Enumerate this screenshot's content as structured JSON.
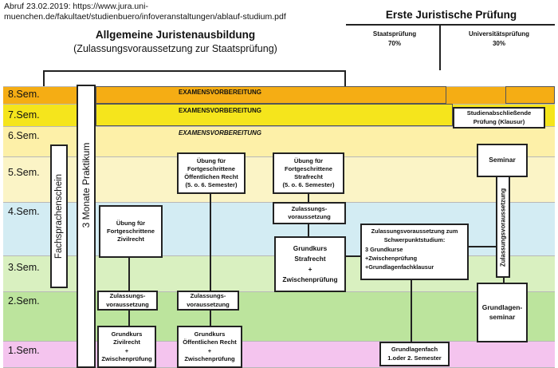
{
  "source": {
    "line1": "Abruf 23.02.2019: https://www.jura.uni-",
    "line2": "muenchen.de/fakultaet/studienbuero/infoveranstaltungen/ablauf-studium.pdf"
  },
  "title": {
    "main": "Allgemeine Juristenausbildung",
    "subtitle": "(Zulassungsvoraussetzung zur Staatsprüfung)"
  },
  "exam": {
    "title": "Erste Juristische Prüfung",
    "state_label": "Staatsprüfung",
    "state_pct": "70%",
    "uni_label": "Universitätsprüfung",
    "uni_pct": "30%"
  },
  "semesters": {
    "8": "8.Sem.",
    "7": "7.Sem.",
    "6": "6.Sem.",
    "5": "5.Sem.",
    "4": "4.Sem.",
    "3": "3.Sem.",
    "2": "2.Sem.",
    "1": "1.Sem."
  },
  "bands": {
    "exam_prep_8": "EXAMENSVORBEREITUNG",
    "exam_prep_7": "EXAMENSVORBEREITUNG",
    "exam_prep_6": "EXAMENSVORBEREITUNG"
  },
  "vertical": {
    "fachsprachenschein": "Fachsprachenschein",
    "praktikum": "3 Monate Praktikum",
    "zulassung": "Zulassungsvoraussetzung"
  },
  "boxes": {
    "uebung_oeffr": "Übung für\nFortgeschrittene\nÖffentlichen Recht\n(5. o. 6. Semester)",
    "uebung_strafr": "Übung für\nFortgeschrittene\nStrafrecht\n(5. o. 6. Semester)",
    "zulassung_strafr": "Zulassungs-\nvoraussetzung",
    "uebung_zivil": "Übung für\nFortgeschrittene\nZivilrecht",
    "grundkurs_strafr": "Grundkurs\nStrafrecht\n+\nZwischenprüfung",
    "schwerpunkt": {
      "line1": "Zulassungsvoraussetzung zum",
      "line2": "Schwerpunktstudium:",
      "line3": "3 Grundkurse",
      "line4": "+Zwischenprüfung",
      "line5": "+Grundlagenfachklausur"
    },
    "studienabschluss": "Studienabschließende\nPrüfung (Klausur)",
    "seminar": "Seminar",
    "grundlagenseminar": "Grundlagen-\nseminar",
    "zulassung_zivil": "Zulassungs-\nvoraussetzung",
    "zulassung_oeffr": "Zulassungs-\nvoraussetzung",
    "grundkurs_zivil": "Grundkurs\nZivilrecht\n+\nZwischenprüfung",
    "grundkurs_oeffr": "Grundkurs\nÖffentlichen Recht\n+\nZwischenprüfung",
    "grundlagenfach": "Grundlagenfach\n1.oder 2. Semester"
  }
}
